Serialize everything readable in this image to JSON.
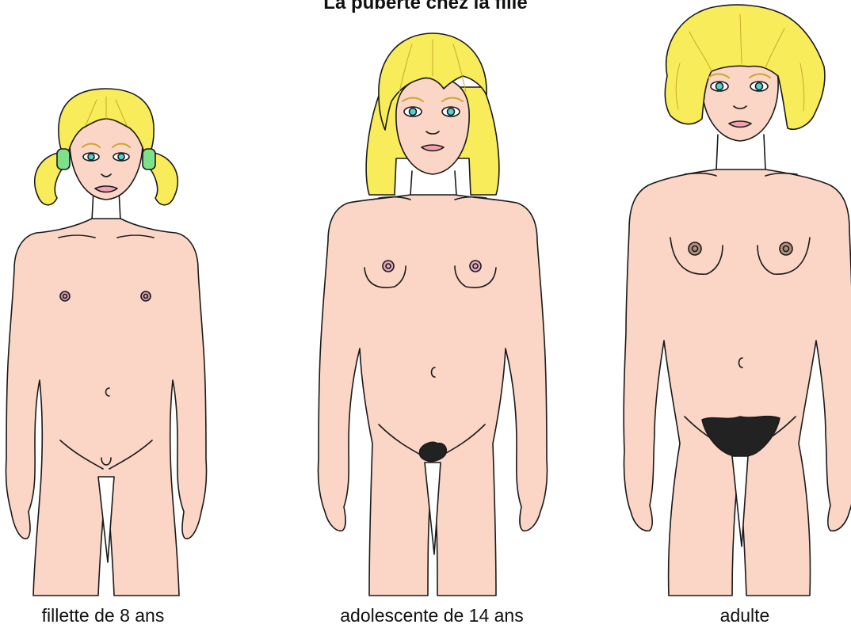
{
  "title": "La puberté chez la fille",
  "captions": {
    "child": "fillette de 8 ans",
    "teen": "adolescente de 14 ans",
    "adult": "adulte"
  },
  "colors": {
    "skin": "#fbd5c5",
    "hair": "#f8ec5a",
    "hair_shadow": "#e6c940",
    "eyes": "#4fd3d3",
    "hair_ties": "#7ee08a",
    "outline": "#1a1a1a",
    "pubic_hair": "#222222"
  }
}
